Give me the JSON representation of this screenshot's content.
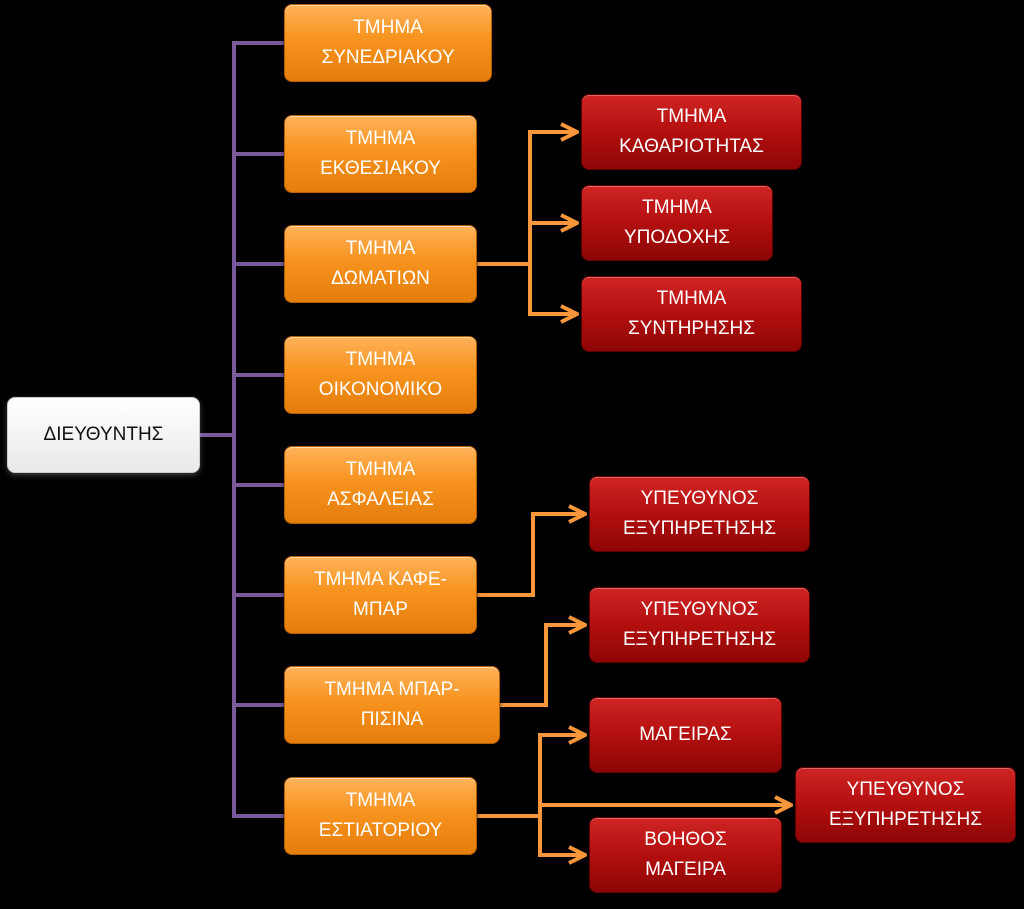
{
  "colors": {
    "background": "#000000",
    "root_connector": "#7a5a9a",
    "dept_connector": "#f7963a",
    "dept_box": "#f7931e",
    "unit_box": "#b30f0f",
    "root_box": "#ffffff"
  },
  "root": {
    "label": "ΔΙΕΥΘΥΝΤΗΣ"
  },
  "departments": [
    {
      "id": "synedriakou",
      "label": "ΤΜΗΜΑ\nΣΥΝΕΔΡΙΑΚΟΥ",
      "units": []
    },
    {
      "id": "ektheiakou",
      "label": "ΤΜΗΜΑ\nΕΚΘΕΣΙΑΚΟΥ",
      "units": []
    },
    {
      "id": "domation",
      "label": "ΤΜΗΜΑ\nΔΩΜΑΤΙΩΝ",
      "units": [
        {
          "id": "katharioitas",
          "label": "ΤΜΗΜΑ\nΚΑΘΑΡΙΟΤΗΤΑΣ"
        },
        {
          "id": "ypodoxis",
          "label": "ΤΜΗΜΑ\nΥΠΟΔΟΧΗΣ"
        },
        {
          "id": "syntirisis",
          "label": "ΤΜΗΜΑ\nΣΥΝΤΗΡΗΣΗΣ"
        }
      ]
    },
    {
      "id": "oikonomiko",
      "label": "ΤΜΗΜΑ\nΟΙΚΟΝΟΜΙΚΟ",
      "units": []
    },
    {
      "id": "asfaleias",
      "label": "ΤΜΗΜΑ\nΑΣΦΑΛΕΙΑΣ",
      "units": []
    },
    {
      "id": "kafe-bar",
      "label": "ΤΜΗΜΑ ΚΑΦΕ-\nΜΠΑΡ",
      "units": [
        {
          "id": "kafe-bar-ypeuthynos",
          "label": "ΥΠΕΥΘΥΝΟΣ\nΕΞΥΠΗΡΕΤΗΣΗΣ"
        }
      ]
    },
    {
      "id": "bar-pisina",
      "label": "ΤΜΗΜΑ  ΜΠΑΡ-\nΠΙΣΙΝΑ",
      "units": [
        {
          "id": "bar-pisina-ypeuthynos",
          "label": "ΥΠΕΥΘΥΝΟΣ\nΕΞΥΠΗΡΕΤΗΣΗΣ"
        }
      ]
    },
    {
      "id": "estiatoriou",
      "label": "ΤΜΗΜΑ\nΕΣΤΙΑΤΟΡΙΟΥ",
      "units": [
        {
          "id": "mageiras",
          "label": "ΜΑΓΕΙΡΑΣ"
        },
        {
          "id": "estiatoriou-ypeuthynos",
          "label": "ΥΠΕΥΘΥΝΟΣ\nΕΞΥΠΗΡΕΤΗΣΗΣ"
        },
        {
          "id": "voithos-mageira",
          "label": "ΒΟΗΘΟΣ\nΜΑΓΕΙΡΑ"
        }
      ]
    }
  ]
}
